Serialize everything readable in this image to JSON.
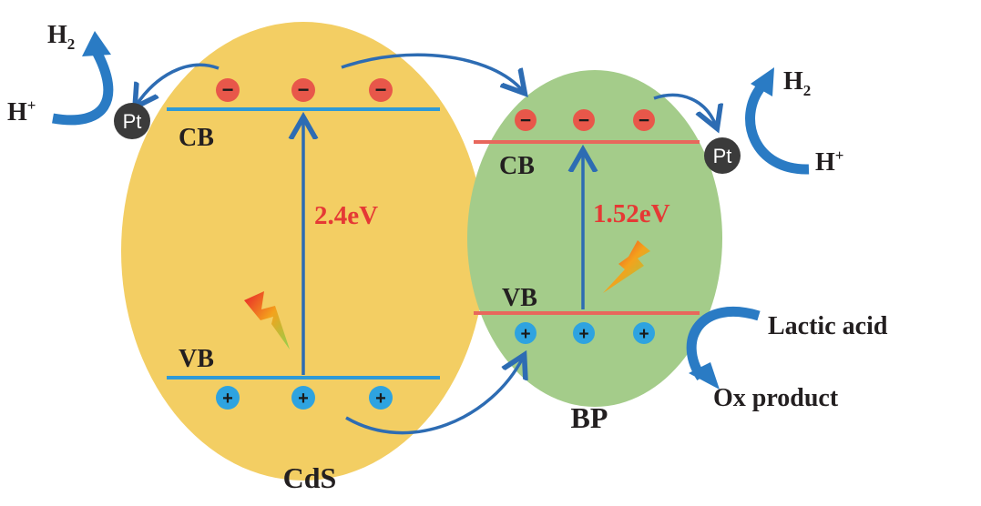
{
  "colors": {
    "cds_fill": "#f3ce63",
    "bp_fill": "#a4cc8a",
    "cds_band": "#2e9ad6",
    "bp_band": "#e8675c",
    "electron": "#e8574a",
    "hole": "#2ea3e0",
    "arrow": "#2d6cb3",
    "curve": "#2a7bc4",
    "energy_text": "#e53935",
    "pt_fill": "#3b3b3b"
  },
  "icons": {
    "lightning": "lightning-bolt-icon",
    "electron": "electron-minus-icon",
    "hole": "hole-plus-icon"
  },
  "cds": {
    "name": "CdS",
    "cb_label": "CB",
    "vb_label": "VB",
    "band_gap": "2.4eV"
  },
  "bp": {
    "name": "BP",
    "cb_label": "CB",
    "vb_label": "VB",
    "band_gap": "1.52eV"
  },
  "signs": {
    "electron": "−",
    "hole": "+"
  },
  "left_reaction": {
    "product_base": "H",
    "product_sub": "2",
    "reactant_base": "H",
    "reactant_sup": "+",
    "catalyst": "Pt"
  },
  "right_reaction": {
    "product_base": "H",
    "product_sub": "2",
    "reactant_base": "H",
    "reactant_sup": "+",
    "catalyst": "Pt"
  },
  "oxidation": {
    "reactant": "Lactic acid",
    "product": "Ox product"
  }
}
